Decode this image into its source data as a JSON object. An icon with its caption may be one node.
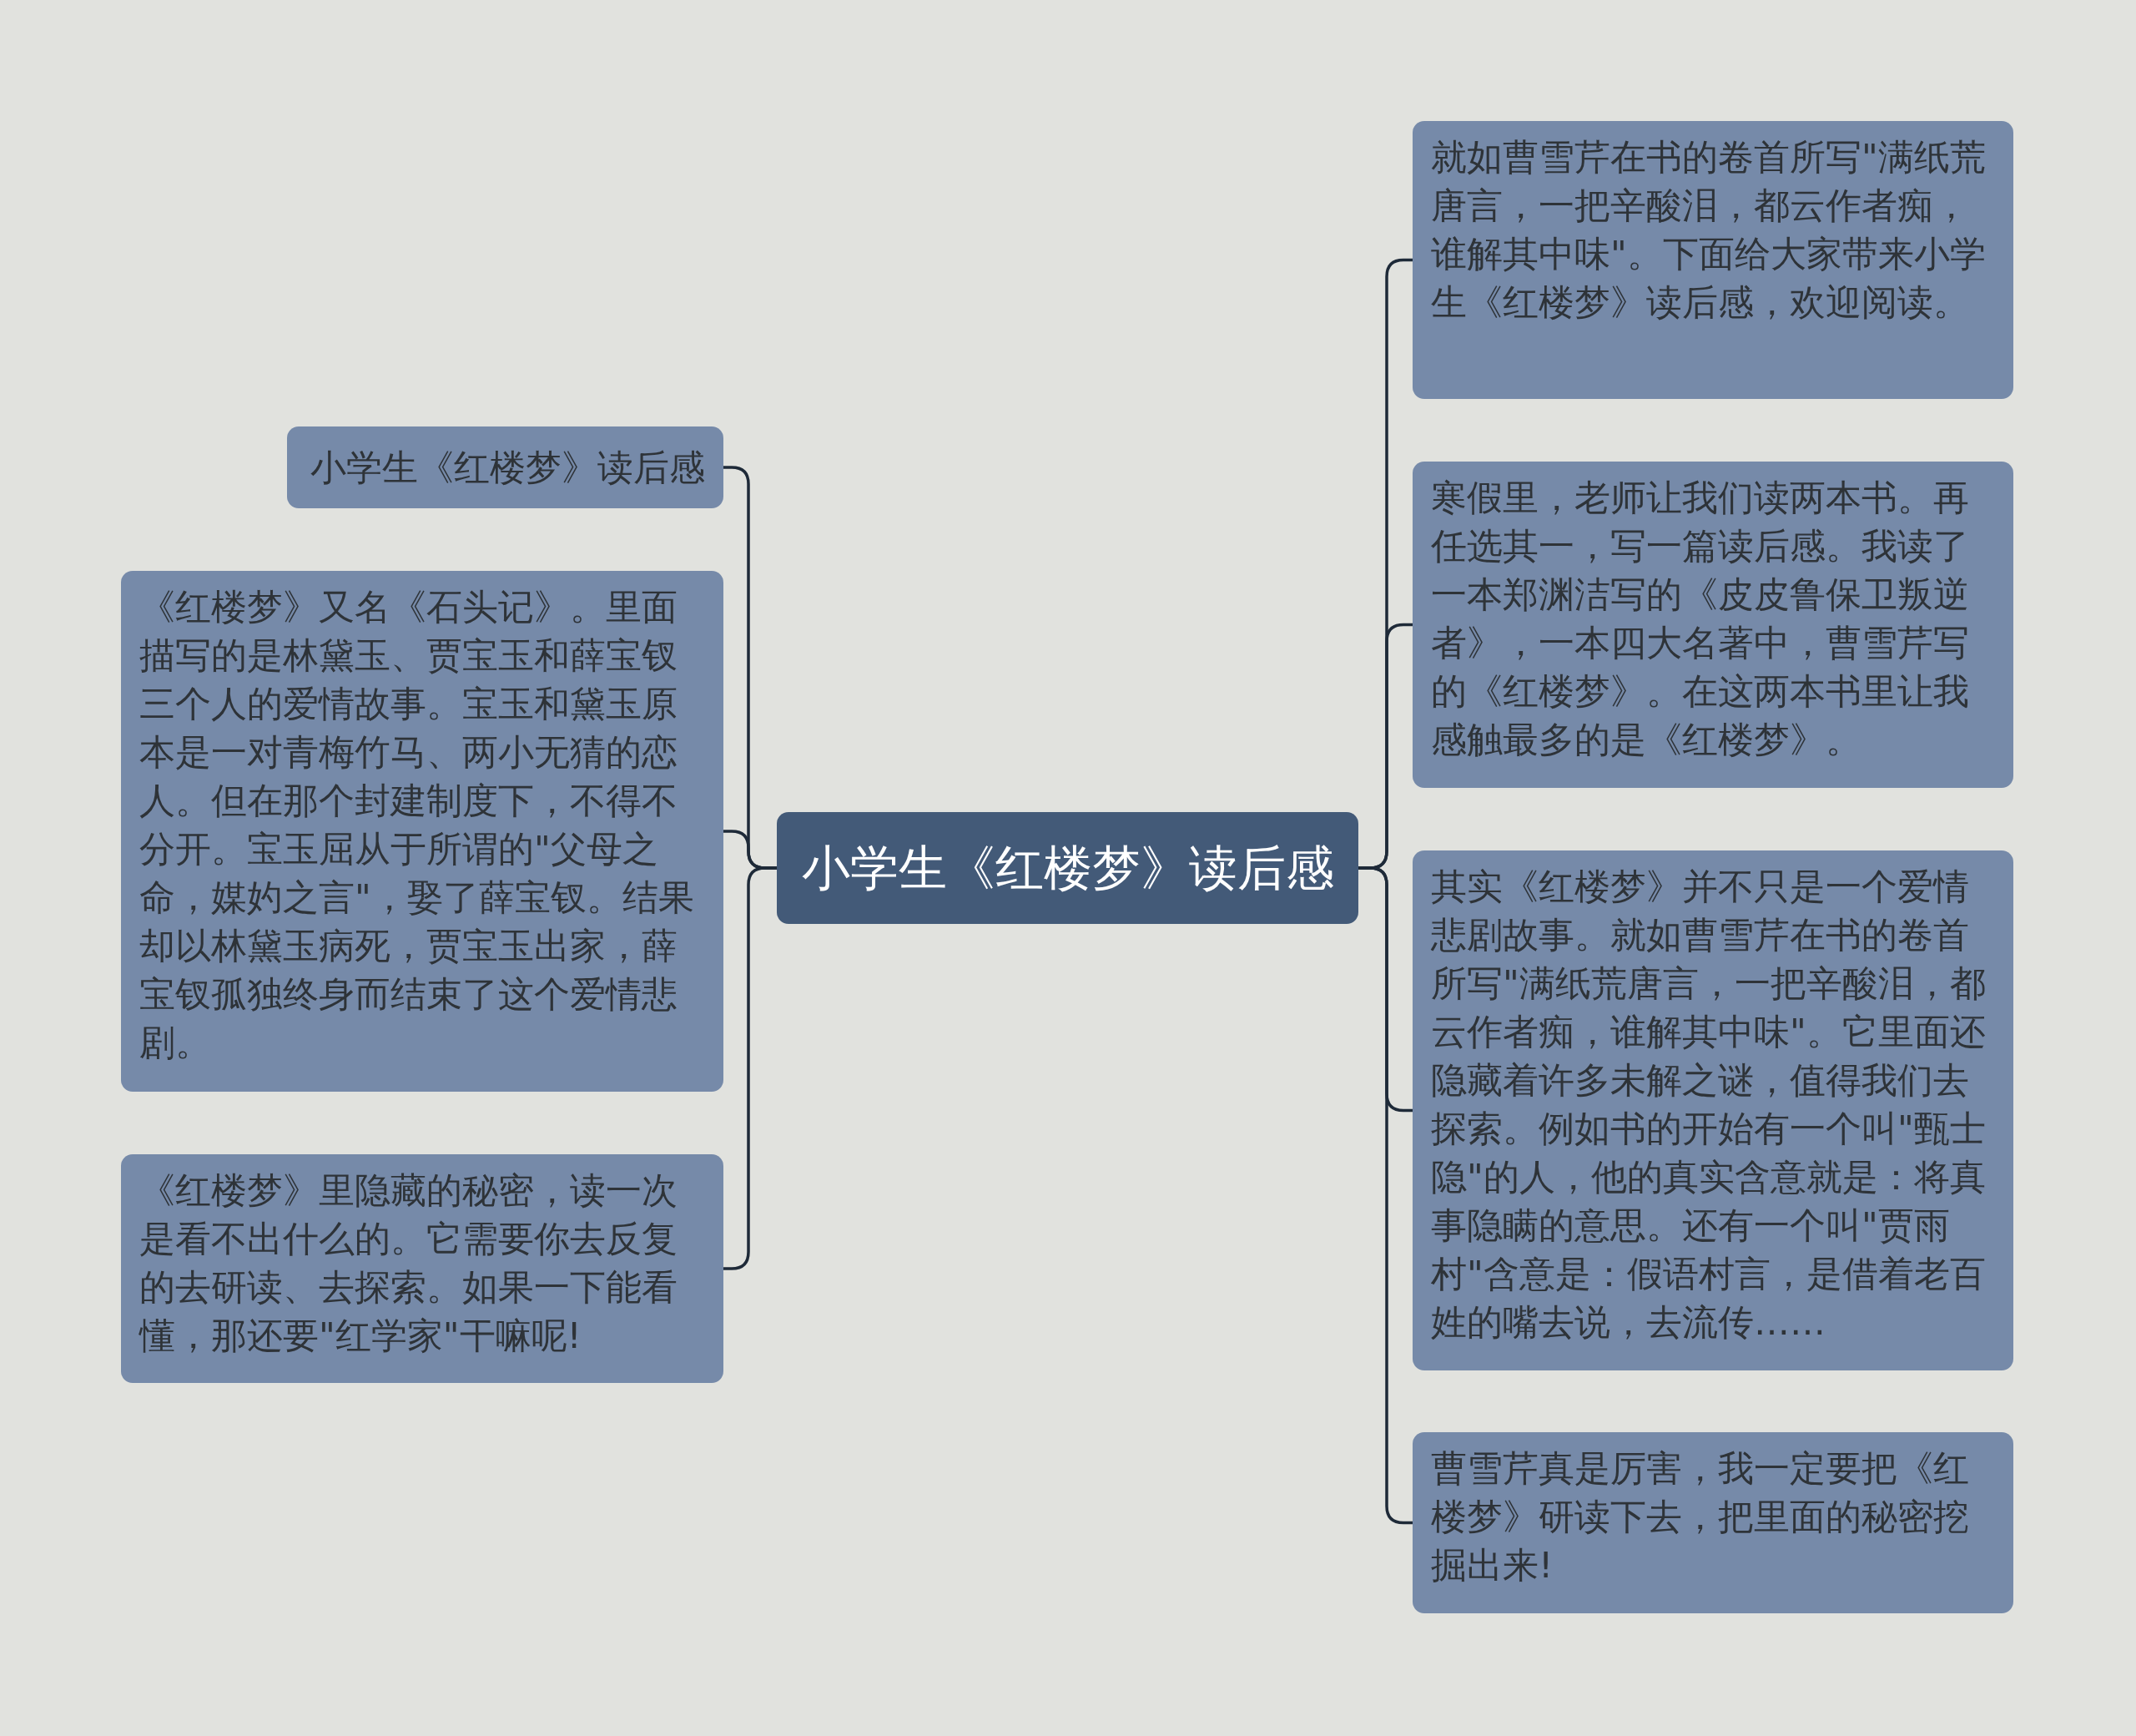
{
  "diagram": {
    "nodes": [
      {
        "text": [
          "小学生《红楼梦》读后感"
        ]
      },
      {
        "text": [
          "小学生《红楼梦》读后感"
        ]
      },
      {
        "text": [
          "《红楼梦》又名《石头记》。里面描写的是林黛玉、贾宝玉和薛宝钗三个人的爱情故事。宝玉和黛玉原本是一对青梅竹马、两小无猜的恋人。但在那个封建制度下，不得不分开。宝玉屈从于所谓的\"父母之命，媒妁之言\"，娶了薛宝钗。结果却以林黛玉病死，贾宝玉出家，薛宝钗孤独终身而结束了这个爱情悲剧。"
        ]
      },
      {
        "text": [
          "《红楼梦》里隐藏的秘密，读一次是看不出什么的。它需要你去反复的去研读、去探索。如果一下能看懂，那还要\"红学家\"干嘛呢!"
        ]
      },
      {
        "text": [
          "就如曹雪芹在书的卷首所写\"满纸荒唐言，一把辛酸泪，都云作者痴，谁解其中味\"。下面给大家带来小学生《红楼梦》读后感，欢迎阅读。"
        ]
      },
      {
        "text": [
          "寒假里，老师让我们读两本书。再任选其一，写一篇读后感。我读了一本郑渊洁写的《皮皮鲁保卫叛逆者》，一本四大名著中，曹雪芹写的《红楼梦》。在这两本书里让我感触最多的是《红楼梦》。"
        ]
      },
      {
        "text": [
          "其实《红楼梦》并不只是一个爱情悲剧故事。就如曹雪芹在书的卷首所写\"满纸荒唐言，一把辛酸泪，都云作者痴，谁解其中味\"。它里面还隐藏着许多未解之谜，值得我们去探索。例如书的开始有一个叫\"甄士隐\"的人，他的真实含意就是：将真事隐瞒的意思。还有一个叫\"贾雨村\"含意是：假语村言，是借着老百姓的嘴去说，去流传……"
        ]
      },
      {
        "text": [
          "曹雪芹真是厉害，我一定要把《红楼梦》研读下去，把里面的秘密挖掘出来!"
        ]
      }
    ],
    "edges": [
      {
        "from": 0,
        "to": 1,
        "arrow": "none"
      },
      {
        "from": 0,
        "to": 2,
        "arrow": "none"
      },
      {
        "from": 0,
        "to": 3,
        "arrow": "none"
      },
      {
        "from": 0,
        "to": 4,
        "arrow": "none"
      },
      {
        "from": 0,
        "to": 5,
        "arrow": "none"
      },
      {
        "from": 0,
        "to": 6,
        "arrow": "none"
      },
      {
        "from": 0,
        "to": 7,
        "arrow": "none"
      }
    ]
  }
}
